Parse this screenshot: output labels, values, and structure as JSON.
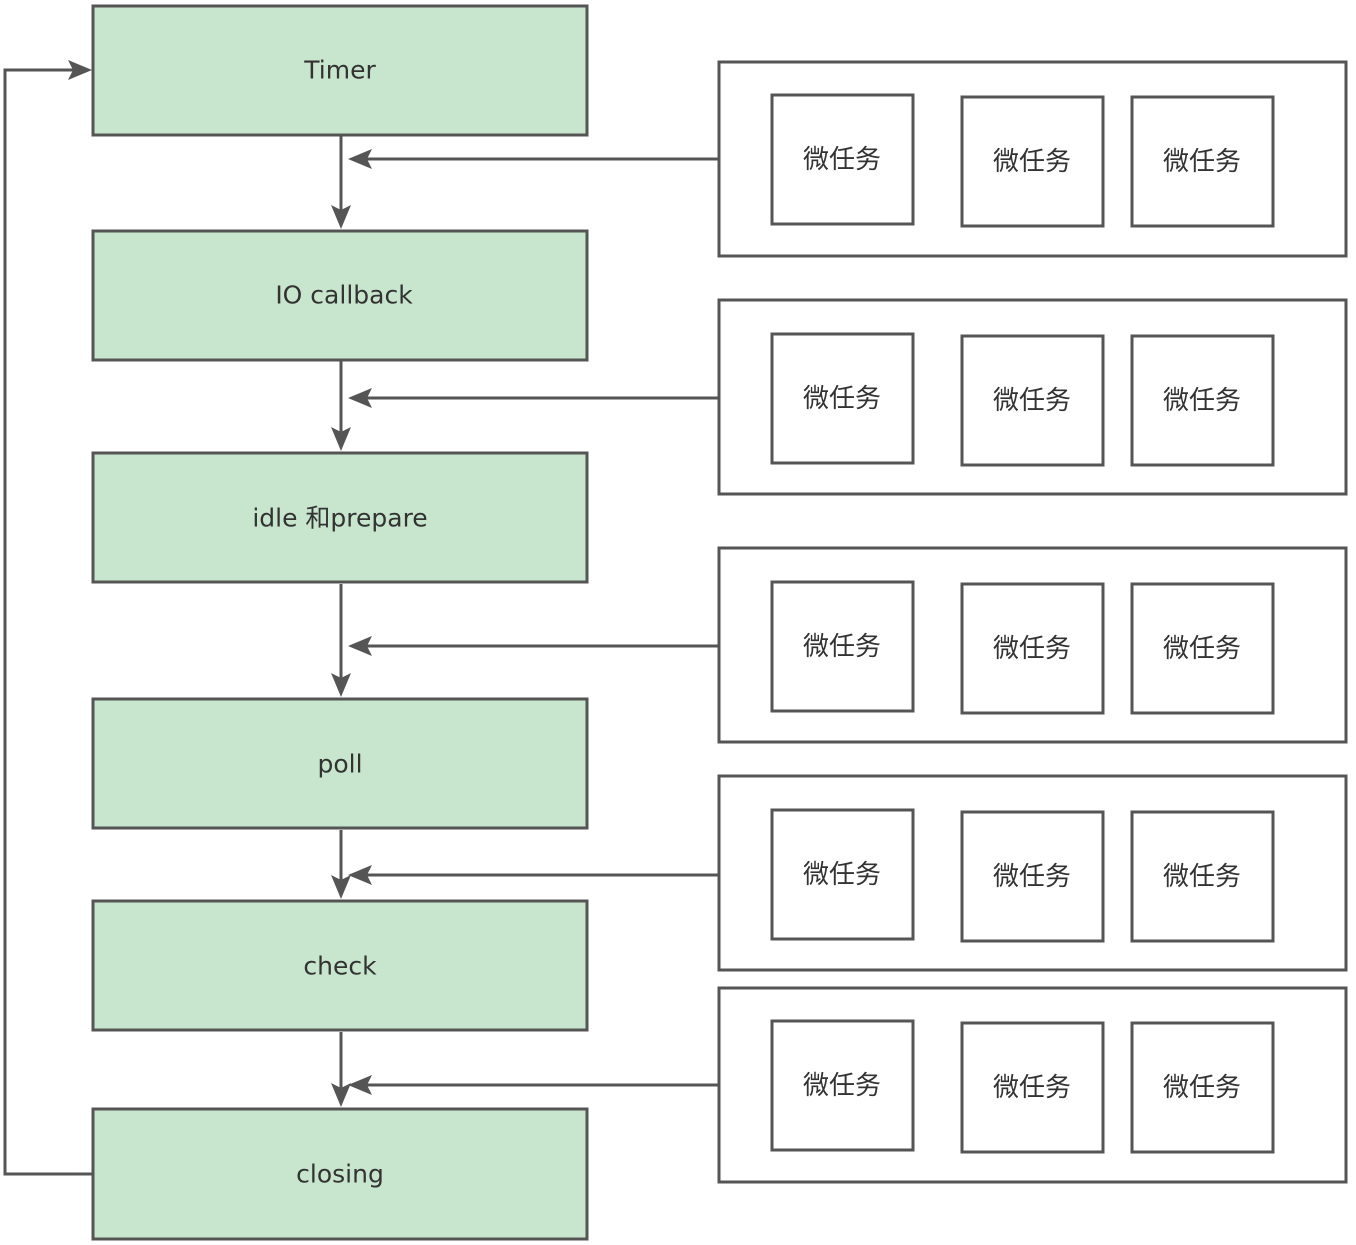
{
  "phases": [
    {
      "label": "Timer"
    },
    {
      "label": "IO callback"
    },
    {
      "label": "idle 和prepare"
    },
    {
      "label": "poll"
    },
    {
      "label": "check"
    },
    {
      "label": "closing"
    }
  ],
  "microtask_groups": [
    {
      "tasks": [
        "微任务",
        "微任务",
        "微任务"
      ]
    },
    {
      "tasks": [
        "微任务",
        "微任务",
        "微任务"
      ]
    },
    {
      "tasks": [
        "微任务",
        "微任务",
        "微任务"
      ]
    },
    {
      "tasks": [
        "微任务",
        "微任务",
        "微任务"
      ]
    },
    {
      "tasks": [
        "微任务",
        "微任务",
        "微任务"
      ]
    }
  ],
  "colors": {
    "phase_fill": "#c8e6cd",
    "stroke": "#555555",
    "text": "#333333"
  }
}
